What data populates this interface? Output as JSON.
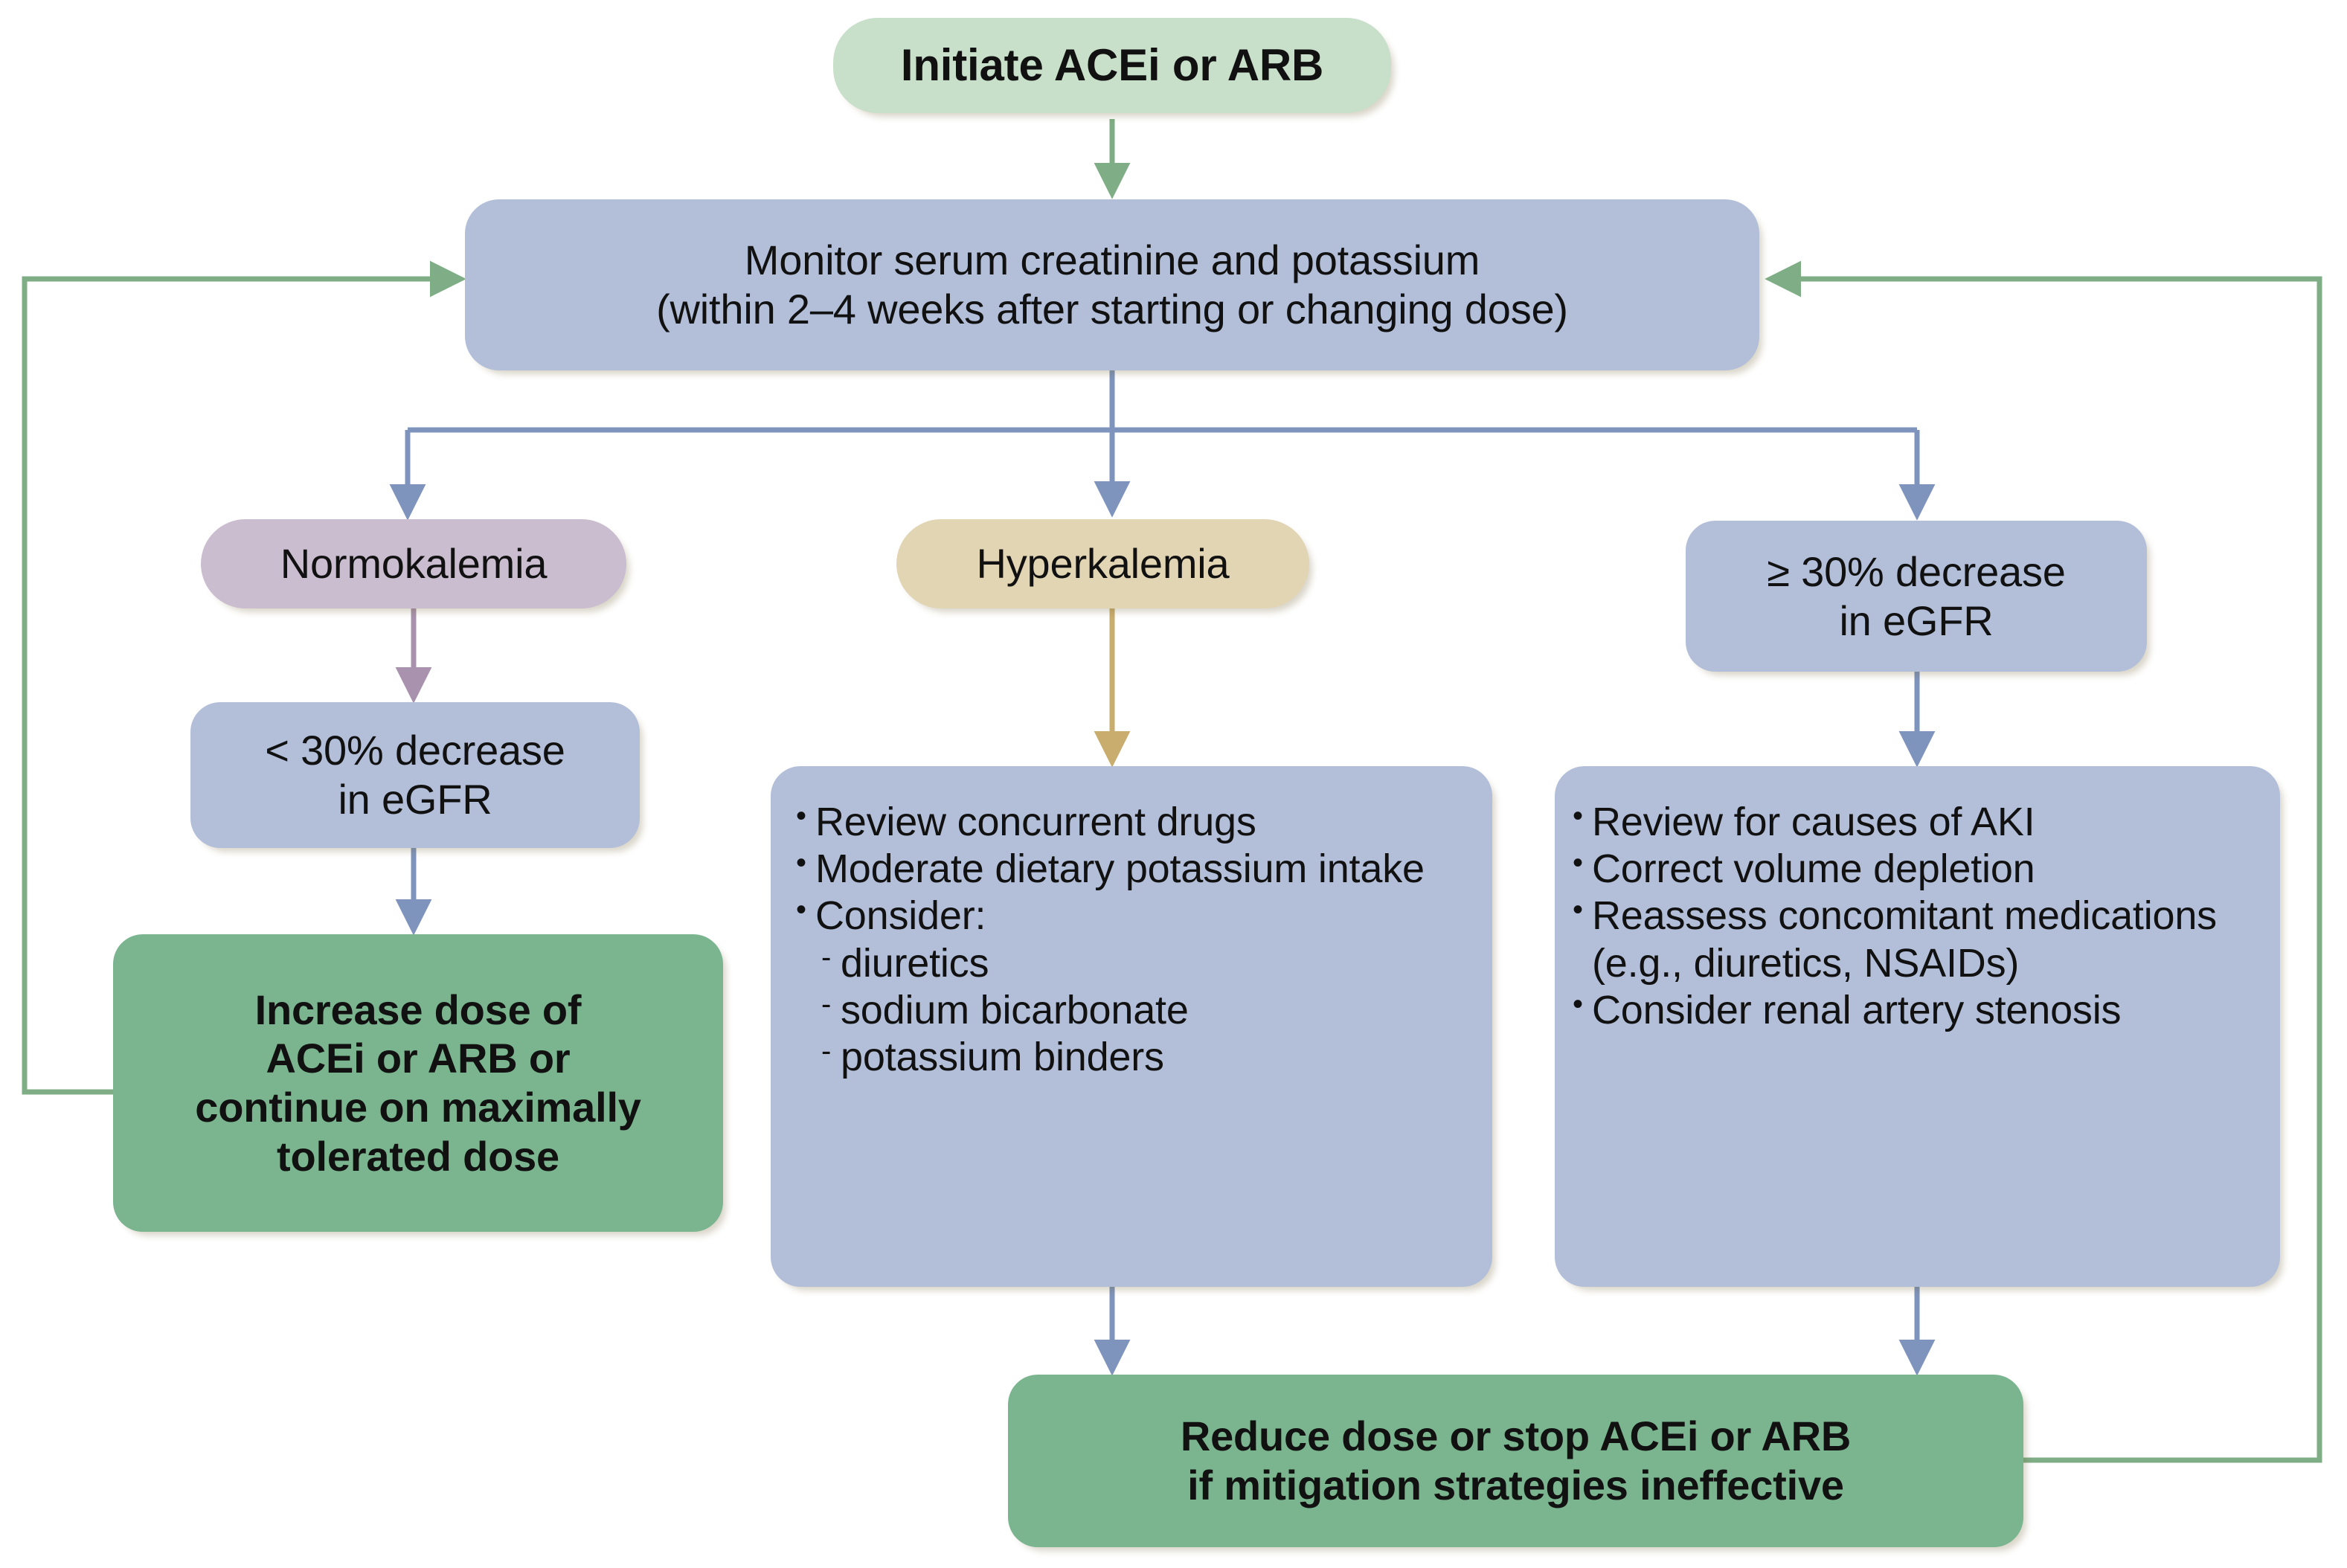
{
  "diagram": {
    "title": "ACEi/ARB initiation and monitoring algorithm",
    "colors": {
      "light_green": "#c8dfc9",
      "periwinkle_blue": "#b3bfd9",
      "mauve": "#cbbdd0",
      "tan": "#e2d5b4",
      "green": "#7bb58f",
      "green_connector": "#7fad85",
      "blue_connector": "#7e94bd",
      "mauve_connector": "#a892ae",
      "tan_connector": "#c9ad6e",
      "text": "#111111"
    },
    "nodes": {
      "start": {
        "label": "Initiate ACEi or ARB"
      },
      "monitor": {
        "line1": "Monitor serum creatinine and potassium",
        "line2": "(within 2–4 weeks after starting or changing dose)"
      },
      "normokalemia": {
        "label": "Normokalemia"
      },
      "hyperkalemia": {
        "label": "Hyperkalemia"
      },
      "egfr_ge30": {
        "line1": "≥ 30% decrease",
        "line2": "in eGFR"
      },
      "egfr_lt30": {
        "line1": "< 30% decrease",
        "line2": "in eGFR"
      },
      "increase_dose": {
        "line1": "Increase dose of",
        "line2": "ACEi or ARB or",
        "line3": "continue on maximally",
        "line4": "tolerated dose"
      },
      "hyperkalemia_actions": {
        "bullets": [
          {
            "marker": "•",
            "text": "Review concurrent drugs",
            "sub": false
          },
          {
            "marker": "•",
            "text": "Moderate dietary potassium intake",
            "sub": false
          },
          {
            "marker": "•",
            "text": "Consider:",
            "sub": false
          },
          {
            "marker": "-",
            "text": "diuretics",
            "sub": true
          },
          {
            "marker": "-",
            "text": "sodium bicarbonate",
            "sub": true
          },
          {
            "marker": "-",
            "text": "potassium binders",
            "sub": true
          }
        ]
      },
      "egfr_actions": {
        "bullets": [
          {
            "marker": "•",
            "text": "Review for causes of AKI",
            "sub": false
          },
          {
            "marker": "•",
            "text": "Correct volume depletion",
            "sub": false
          },
          {
            "marker": "•",
            "text": "Reassess concomitant medications (e.g., diuretics, NSAIDs)",
            "sub": false
          },
          {
            "marker": "•",
            "text": "Consider renal artery stenosis",
            "sub": false
          }
        ]
      },
      "reduce_stop": {
        "line1": "Reduce dose or stop ACEi or ARB",
        "line2": "if mitigation strategies ineffective"
      }
    }
  }
}
